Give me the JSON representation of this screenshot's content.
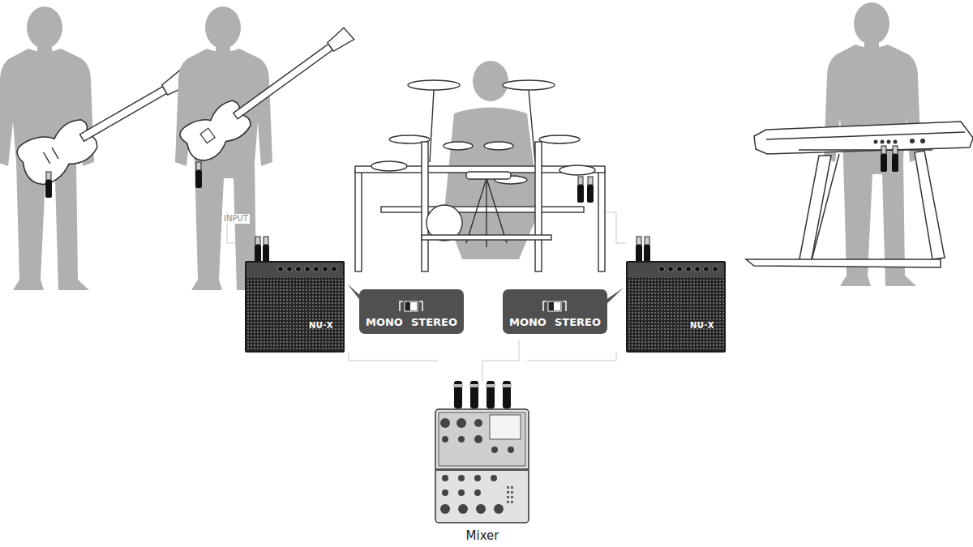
{
  "diagram": {
    "nodes": [
      {
        "text": [
          "NU·X"
        ]
      },
      {
        "text": [
          "MONO",
          "STEREO"
        ]
      },
      {
        "text": [
          "MONO",
          "STEREO"
        ]
      },
      {
        "text": [
          "NU·X"
        ]
      },
      {
        "text": [
          "Mixer"
        ]
      }
    ],
    "labels": [
      "INPUT"
    ]
  }
}
